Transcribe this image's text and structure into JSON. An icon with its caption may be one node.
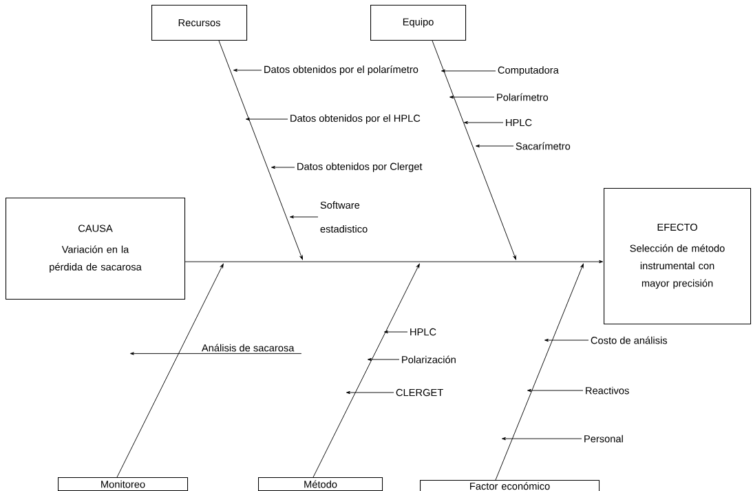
{
  "diagram": {
    "nodes": [
      {
        "text": [
          "Recursos"
        ]
      },
      {
        "text": [
          "Equipo"
        ]
      },
      {
        "text": [
          "CAUSA",
          "Variación en la pérdida de sacarosa"
        ]
      },
      {
        "text": [
          "EFECTO",
          "Selección de método instrumental con mayor precisión"
        ]
      },
      {
        "text": [
          "Monitoreo"
        ]
      },
      {
        "text": [
          "Método"
        ]
      },
      {
        "text": [
          "Factor económico"
        ]
      },
      {
        "text": [
          "Datos obtenidos por el polarímetro"
        ]
      },
      {
        "text": [
          "Datos obtenidos por el HPLC"
        ]
      },
      {
        "text": [
          "Datos obtenidos por Clerget"
        ]
      },
      {
        "text": [
          "Software estadistico"
        ]
      },
      {
        "text": [
          "Computadora"
        ]
      },
      {
        "text": [
          "Polarímetro"
        ]
      },
      {
        "text": [
          "HPLC"
        ]
      },
      {
        "text": [
          "Sacarímetro"
        ]
      },
      {
        "text": [
          "Análisis de sacarosa"
        ]
      },
      {
        "text": [
          "HPLC"
        ]
      },
      {
        "text": [
          "Polarización"
        ]
      },
      {
        "text": [
          "CLERGET"
        ]
      },
      {
        "text": [
          "Costo de análisis"
        ]
      },
      {
        "text": [
          "Reactivos"
        ]
      },
      {
        "text": [
          "Personal"
        ]
      }
    ],
    "edges": [
      {
        "from": 2,
        "to": 3,
        "arrow": "to"
      },
      {
        "from": 0,
        "to": null,
        "arrow": "to"
      },
      {
        "from": 1,
        "to": null,
        "arrow": "to"
      },
      {
        "from": 4,
        "to": null,
        "arrow": "to"
      },
      {
        "from": 5,
        "to": null,
        "arrow": "to"
      },
      {
        "from": 6,
        "to": null,
        "arrow": "to"
      },
      {
        "from": 7,
        "to": null,
        "arrow": "to"
      },
      {
        "from": 8,
        "to": null,
        "arrow": "to"
      },
      {
        "from": 9,
        "to": null,
        "arrow": "to"
      },
      {
        "from": 10,
        "to": null,
        "arrow": "to"
      },
      {
        "from": 11,
        "to": null,
        "arrow": "to"
      },
      {
        "from": 12,
        "to": null,
        "arrow": "to"
      },
      {
        "from": 13,
        "to": null,
        "arrow": "to"
      },
      {
        "from": 14,
        "to": null,
        "arrow": "to"
      },
      {
        "from": 15,
        "to": null,
        "arrow": "to"
      },
      {
        "from": 16,
        "to": null,
        "arrow": "to"
      },
      {
        "from": 17,
        "to": null,
        "arrow": "to"
      },
      {
        "from": 18,
        "to": null,
        "arrow": "to"
      },
      {
        "from": 19,
        "to": null,
        "arrow": "to"
      },
      {
        "from": 20,
        "to": null,
        "arrow": "to"
      },
      {
        "from": 21,
        "to": null,
        "arrow": "to"
      }
    ]
  }
}
